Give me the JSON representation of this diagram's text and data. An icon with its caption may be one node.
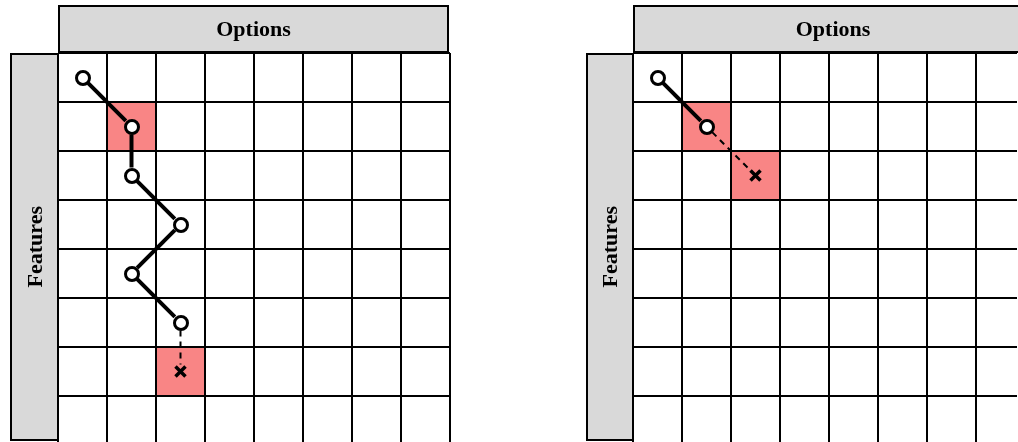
{
  "diagram": {
    "nodes": [
      {
        "text": [
          "Options"
        ]
      },
      {
        "text": [
          "Features"
        ]
      },
      {
        "text": [],
        "shape": "circle"
      },
      {
        "text": [],
        "shape": "circle"
      },
      {
        "text": [],
        "shape": "circle"
      },
      {
        "text": [],
        "shape": "circle"
      },
      {
        "text": [],
        "shape": "circle"
      },
      {
        "text": [],
        "shape": "circle"
      },
      {
        "text": [],
        "shape": "cross"
      },
      {
        "text": [
          "Options"
        ]
      },
      {
        "text": [
          "Features"
        ]
      },
      {
        "text": [],
        "shape": "circle"
      },
      {
        "text": [],
        "shape": "circle"
      },
      {
        "text": [],
        "shape": "cross"
      }
    ],
    "edges": [
      {
        "from": 2,
        "to": 3,
        "arrow": "none"
      },
      {
        "from": 3,
        "to": 4,
        "arrow": "none"
      },
      {
        "from": 4,
        "to": 5,
        "arrow": "none"
      },
      {
        "from": 5,
        "to": 6,
        "arrow": "none"
      },
      {
        "from": 6,
        "to": 7,
        "arrow": "none"
      },
      {
        "from": 7,
        "to": 8,
        "arrow": "none",
        "style": "dashed"
      },
      {
        "from": 11,
        "to": 12,
        "arrow": "none"
      },
      {
        "from": 12,
        "to": 13,
        "arrow": "none",
        "style": "dashed"
      }
    ]
  }
}
